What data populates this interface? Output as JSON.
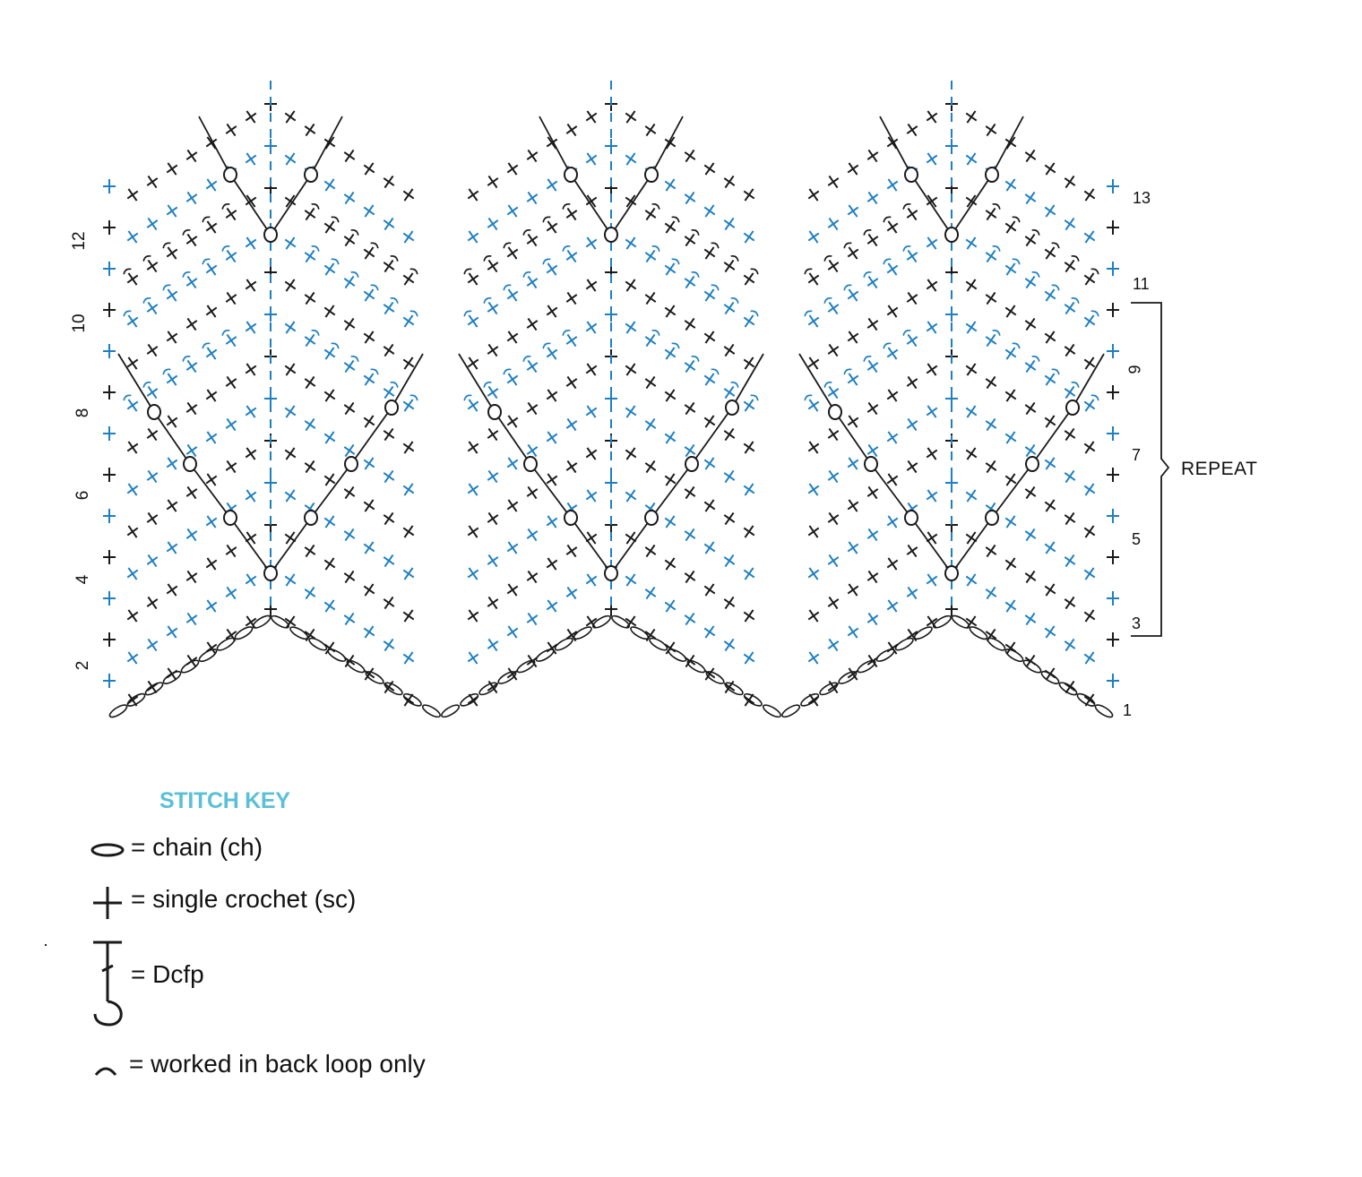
{
  "colors": {
    "black": "#1a1a1a",
    "blue": "#1f7fbf",
    "key_title": "#5bc0d6"
  },
  "row_numbers_left": [
    "12",
    "10",
    "8",
    "6",
    "4",
    "2"
  ],
  "row_numbers_right": [
    "13",
    "11",
    "9",
    "7",
    "5",
    "3",
    "1"
  ],
  "repeat_label": "REPEAT",
  "stitch_key": {
    "title": "STITCH KEY",
    "items": [
      {
        "symbol": "chain-icon",
        "text": "= chain (ch)"
      },
      {
        "symbol": "single-crochet-icon",
        "text": "= single crochet (sc)"
      },
      {
        "symbol": "dcfp-icon",
        "text": "= Dcfp"
      },
      {
        "symbol": "back-loop-icon",
        "text": "= worked in back loop only"
      }
    ]
  }
}
